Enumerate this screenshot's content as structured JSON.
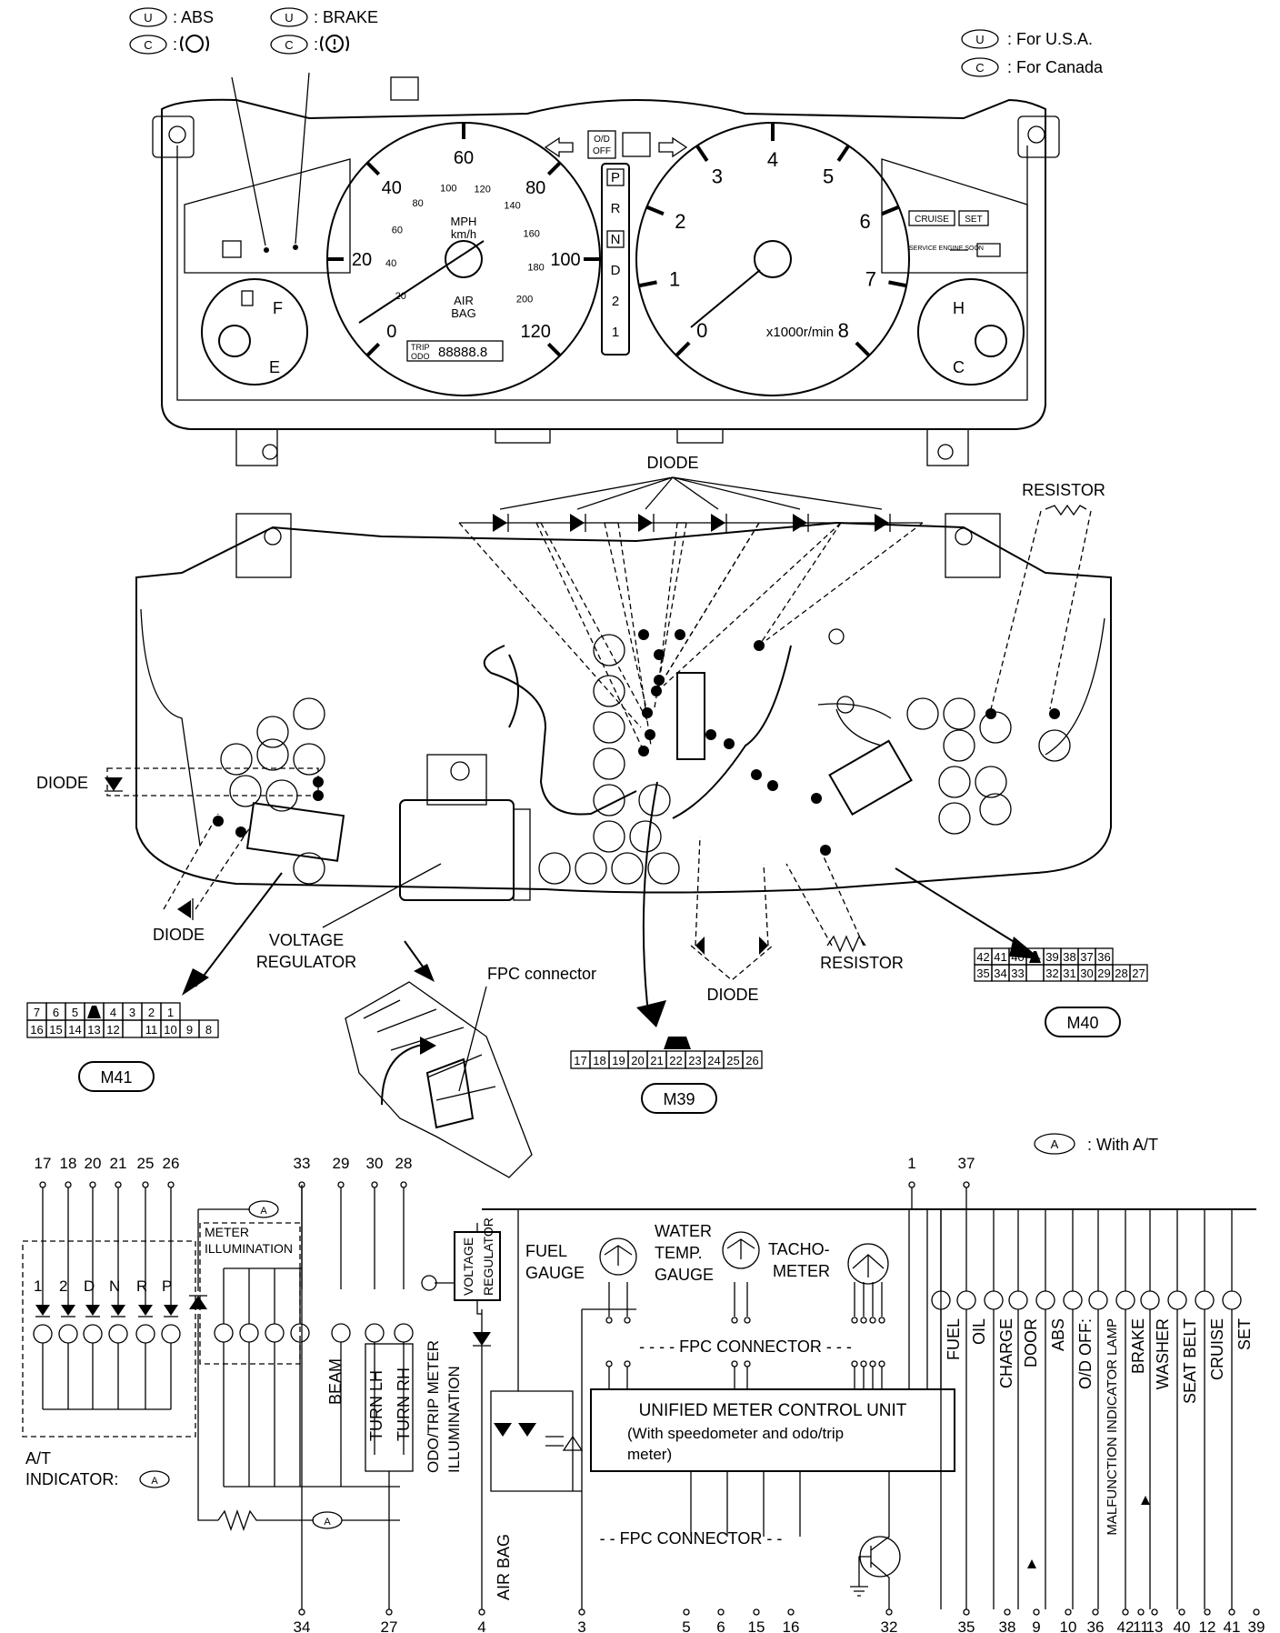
{
  "legend": {
    "abs_usa_code": "U",
    "abs_usa_text": ": ABS",
    "abs_can_code": "C",
    "brake_usa_code": "U",
    "brake_usa_text": ": BRAKE",
    "brake_can_code": "C",
    "usa_code": "U",
    "usa_text": ": For U.S.A.",
    "canada_code": "C",
    "canada_text": ": For Canada",
    "at_code": "A",
    "at_text": ": With A/T"
  },
  "cluster": {
    "speedo_ticks": [
      "0",
      "20",
      "40",
      "60",
      "80",
      "100",
      "120"
    ],
    "speedo_kmh": [
      "20",
      "40",
      "60",
      "80",
      "100",
      "120",
      "140",
      "160",
      "180",
      "200"
    ],
    "speedo_unit": "MPH",
    "speedo_unit2": "km/h",
    "airbag": "AIR",
    "airbag2": "BAG",
    "trip": "TRIP",
    "odo": "ODO",
    "odo_value": "88888.8",
    "tacho_ticks": [
      "0",
      "1",
      "2",
      "3",
      "4",
      "5",
      "6",
      "7",
      "8"
    ],
    "tacho_unit": "x1000r/min",
    "gear": [
      "P",
      "R",
      "N",
      "D",
      "2",
      "1"
    ],
    "od_off": "O/D",
    "od_off2": "OFF",
    "fuel_f": "F",
    "fuel_e": "E",
    "temp_h": "H",
    "temp_c": "C",
    "cruise": "CRUISE",
    "set": "SET",
    "service": "SERVICE ENGINE SOON"
  },
  "callouts": {
    "diode_top": "DIODE",
    "resistor_top": "RESISTOR",
    "diode_left": "DIODE",
    "diode_bottom_left": "DIODE",
    "voltage_regulator": "VOLTAGE",
    "voltage_regulator2": "REGULATOR",
    "fpc_connector": "FPC connector",
    "diode_bottom": "DIODE",
    "resistor_bottom": "RESISTOR"
  },
  "connectors": {
    "m41": {
      "name": "M41",
      "top": [
        "7",
        "6",
        "5",
        "",
        "4",
        "3",
        "2",
        "1"
      ],
      "bottom": [
        "16",
        "15",
        "14",
        "13",
        "12",
        "",
        "11",
        "10",
        "9",
        "8"
      ]
    },
    "m39": {
      "name": "M39",
      "cells": [
        "17",
        "18",
        "19",
        "20",
        "21",
        "22",
        "23",
        "24",
        "25",
        "26"
      ]
    },
    "m40": {
      "name": "M40",
      "top": [
        "42",
        "41",
        "40",
        "",
        "39",
        "38",
        "37",
        "36"
      ],
      "bottom": [
        "35",
        "34",
        "33",
        "",
        "32",
        "31",
        "30",
        "29",
        "28",
        "27"
      ]
    }
  },
  "schematic": {
    "top_pins_left": [
      "17",
      "18",
      "20",
      "21",
      "25",
      "26"
    ],
    "top_pins_mid": [
      "33",
      "29",
      "30",
      "28"
    ],
    "top_pins_right": [
      "1",
      "37"
    ],
    "at_indicator_labels": [
      "1",
      "2",
      "D",
      "N",
      "R",
      "P"
    ],
    "meter_illumination": "METER",
    "meter_illumination2": "ILLUMINATION",
    "at_indicator": "A/T",
    "at_indicator2": "INDICATOR:",
    "at_mark": "A",
    "beam": "BEAM",
    "turn_lh": "TURN LH",
    "turn_rh": "TURN RH",
    "odo_trip_illum": "ODO/TRIP METER",
    "odo_trip_illum2": "ILLUMINATION",
    "voltage_regulator": "VOLTAGE",
    "voltage_regulator2": "REGULATOR",
    "fuel_gauge": "FUEL",
    "fuel_gauge2": "GAUGE",
    "water_temp": "WATER",
    "water_temp2": "TEMP.",
    "water_temp3": "GAUGE",
    "tachometer": "TACHO-",
    "tachometer2": "METER",
    "fpc_connector_top": "- - - - FPC CONNECTOR - - -",
    "fpc_connector_bottom": "- - FPC CONNECTOR - -",
    "control_unit": "UNIFIED METER CONTROL UNIT",
    "control_unit2": "(With speedometer and odo/trip",
    "control_unit3": "meter)",
    "air_bag": "AIR BAG",
    "right_labels": [
      "FUEL",
      "OIL",
      "CHARGE",
      "DOOR",
      "ABS",
      "O/D OFF:",
      "MALFUNCTION INDICATOR LAMP",
      "BRAKE",
      "WASHER",
      "SEAT BELT",
      "CRUISE",
      "SET"
    ],
    "bottom_pins": [
      "34",
      "27",
      "4",
      "3",
      "5",
      "6",
      "15",
      "16",
      "32",
      "35",
      "38",
      "9",
      "10",
      "36",
      "42",
      "11",
      "13",
      "40",
      "12",
      "41",
      "39"
    ]
  }
}
